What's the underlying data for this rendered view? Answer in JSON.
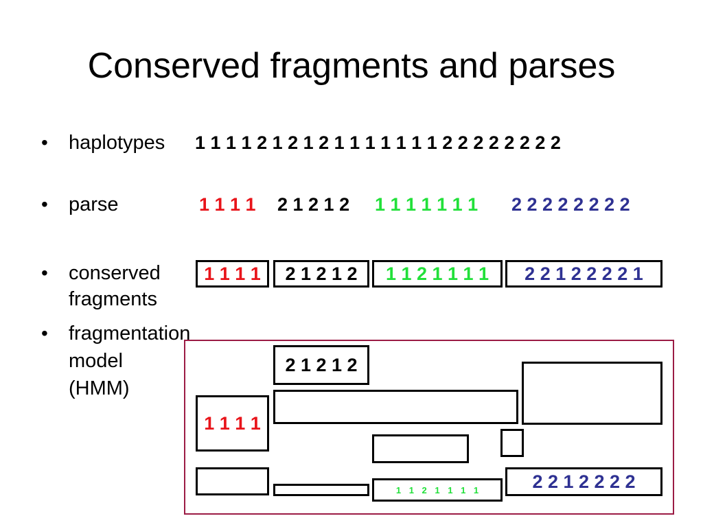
{
  "slide": {
    "title": "Conserved fragments and parses"
  },
  "colors": {
    "red": "#e8141a",
    "black": "#000000",
    "green": "#22e03a",
    "blue": "#2e3192",
    "panel_border": "#9b1b44"
  },
  "bullet_symbol": "•",
  "bullets": {
    "haplotypes": {
      "label": "haplotypes",
      "sequence": "1 1 1 1 2 1 2 1 2 1 1 1 1 1 1 1 2 2 2 2 2 2 2 2"
    },
    "parse": {
      "label": "parse",
      "segments": [
        {
          "text": "1 1 1 1",
          "color": "red"
        },
        {
          "text": "2 1 2 1 2",
          "color": "black"
        },
        {
          "text": "1 1 1 1 1 1 1",
          "color": "green"
        },
        {
          "text": "2 2 2 2 2 2 2 2",
          "color": "blue"
        }
      ]
    },
    "conserved": {
      "label_line1": "conserved",
      "label_line2": "fragments",
      "fragments": [
        {
          "text": "1 1 1 1",
          "color": "red"
        },
        {
          "text": "2 1 2 1 2",
          "color": "black"
        },
        {
          "text": "1 1 2 1 1 1 1",
          "color": "green"
        },
        {
          "text": "2 2 1 2 2 2 2 1",
          "color": "blue"
        }
      ]
    },
    "model": {
      "label_line1": "fragmentation",
      "label_line2": "model",
      "label_line3": "(HMM)"
    }
  },
  "hmm": {
    "state_black": "2 1 2 1 2",
    "state_red": "1 1 1 1",
    "state_blue": "2 2 1 2 2 2 2",
    "state_green": "1 1 2 1 1 1 1"
  }
}
